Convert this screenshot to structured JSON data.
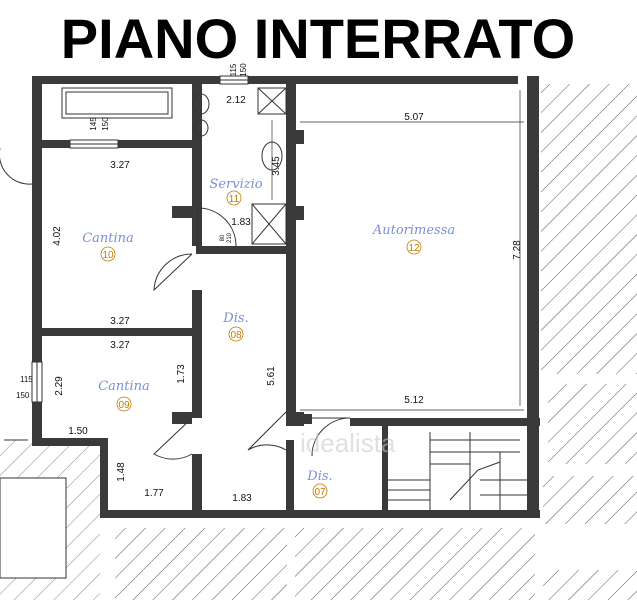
{
  "title": "PIANO INTERRATO",
  "watermark": "idealista",
  "colors": {
    "wall": "#3a3a3a",
    "room_label": "#7b8fd4",
    "room_number": "#c07d00"
  },
  "rooms": [
    {
      "name": "Cantina",
      "number": "10"
    },
    {
      "name": "Cantina",
      "number": "09"
    },
    {
      "name": "Servizio",
      "number": "11"
    },
    {
      "name": "Dis.",
      "number": "08"
    },
    {
      "name": "Autorimessa",
      "number": "12"
    },
    {
      "name": "Dis.",
      "number": "07"
    }
  ],
  "dimensions": {
    "d_327_top": "3.27",
    "d_402": "4.02",
    "d_327_mid": "3.27",
    "d_327_low": "3.27",
    "d_229": "2.29",
    "d_173": "1.73",
    "d_150": "1.50",
    "d_148": "1.48",
    "d_177": "1.77",
    "d_212": "2.12",
    "d_345": "3.45",
    "d_183_upper": "1.83",
    "d_561": "5.61",
    "d_183_lower": "1.83",
    "d_507": "5.07",
    "d_728": "7.28",
    "d_512": "5.12"
  },
  "openings": {
    "w_top_115": "115",
    "w_top_150": "150",
    "w_cantina_145": "145",
    "w_cantina_150": "150",
    "w_left_115": "115",
    "w_left_150": "150",
    "door_80": "80",
    "door_210": "210"
  }
}
